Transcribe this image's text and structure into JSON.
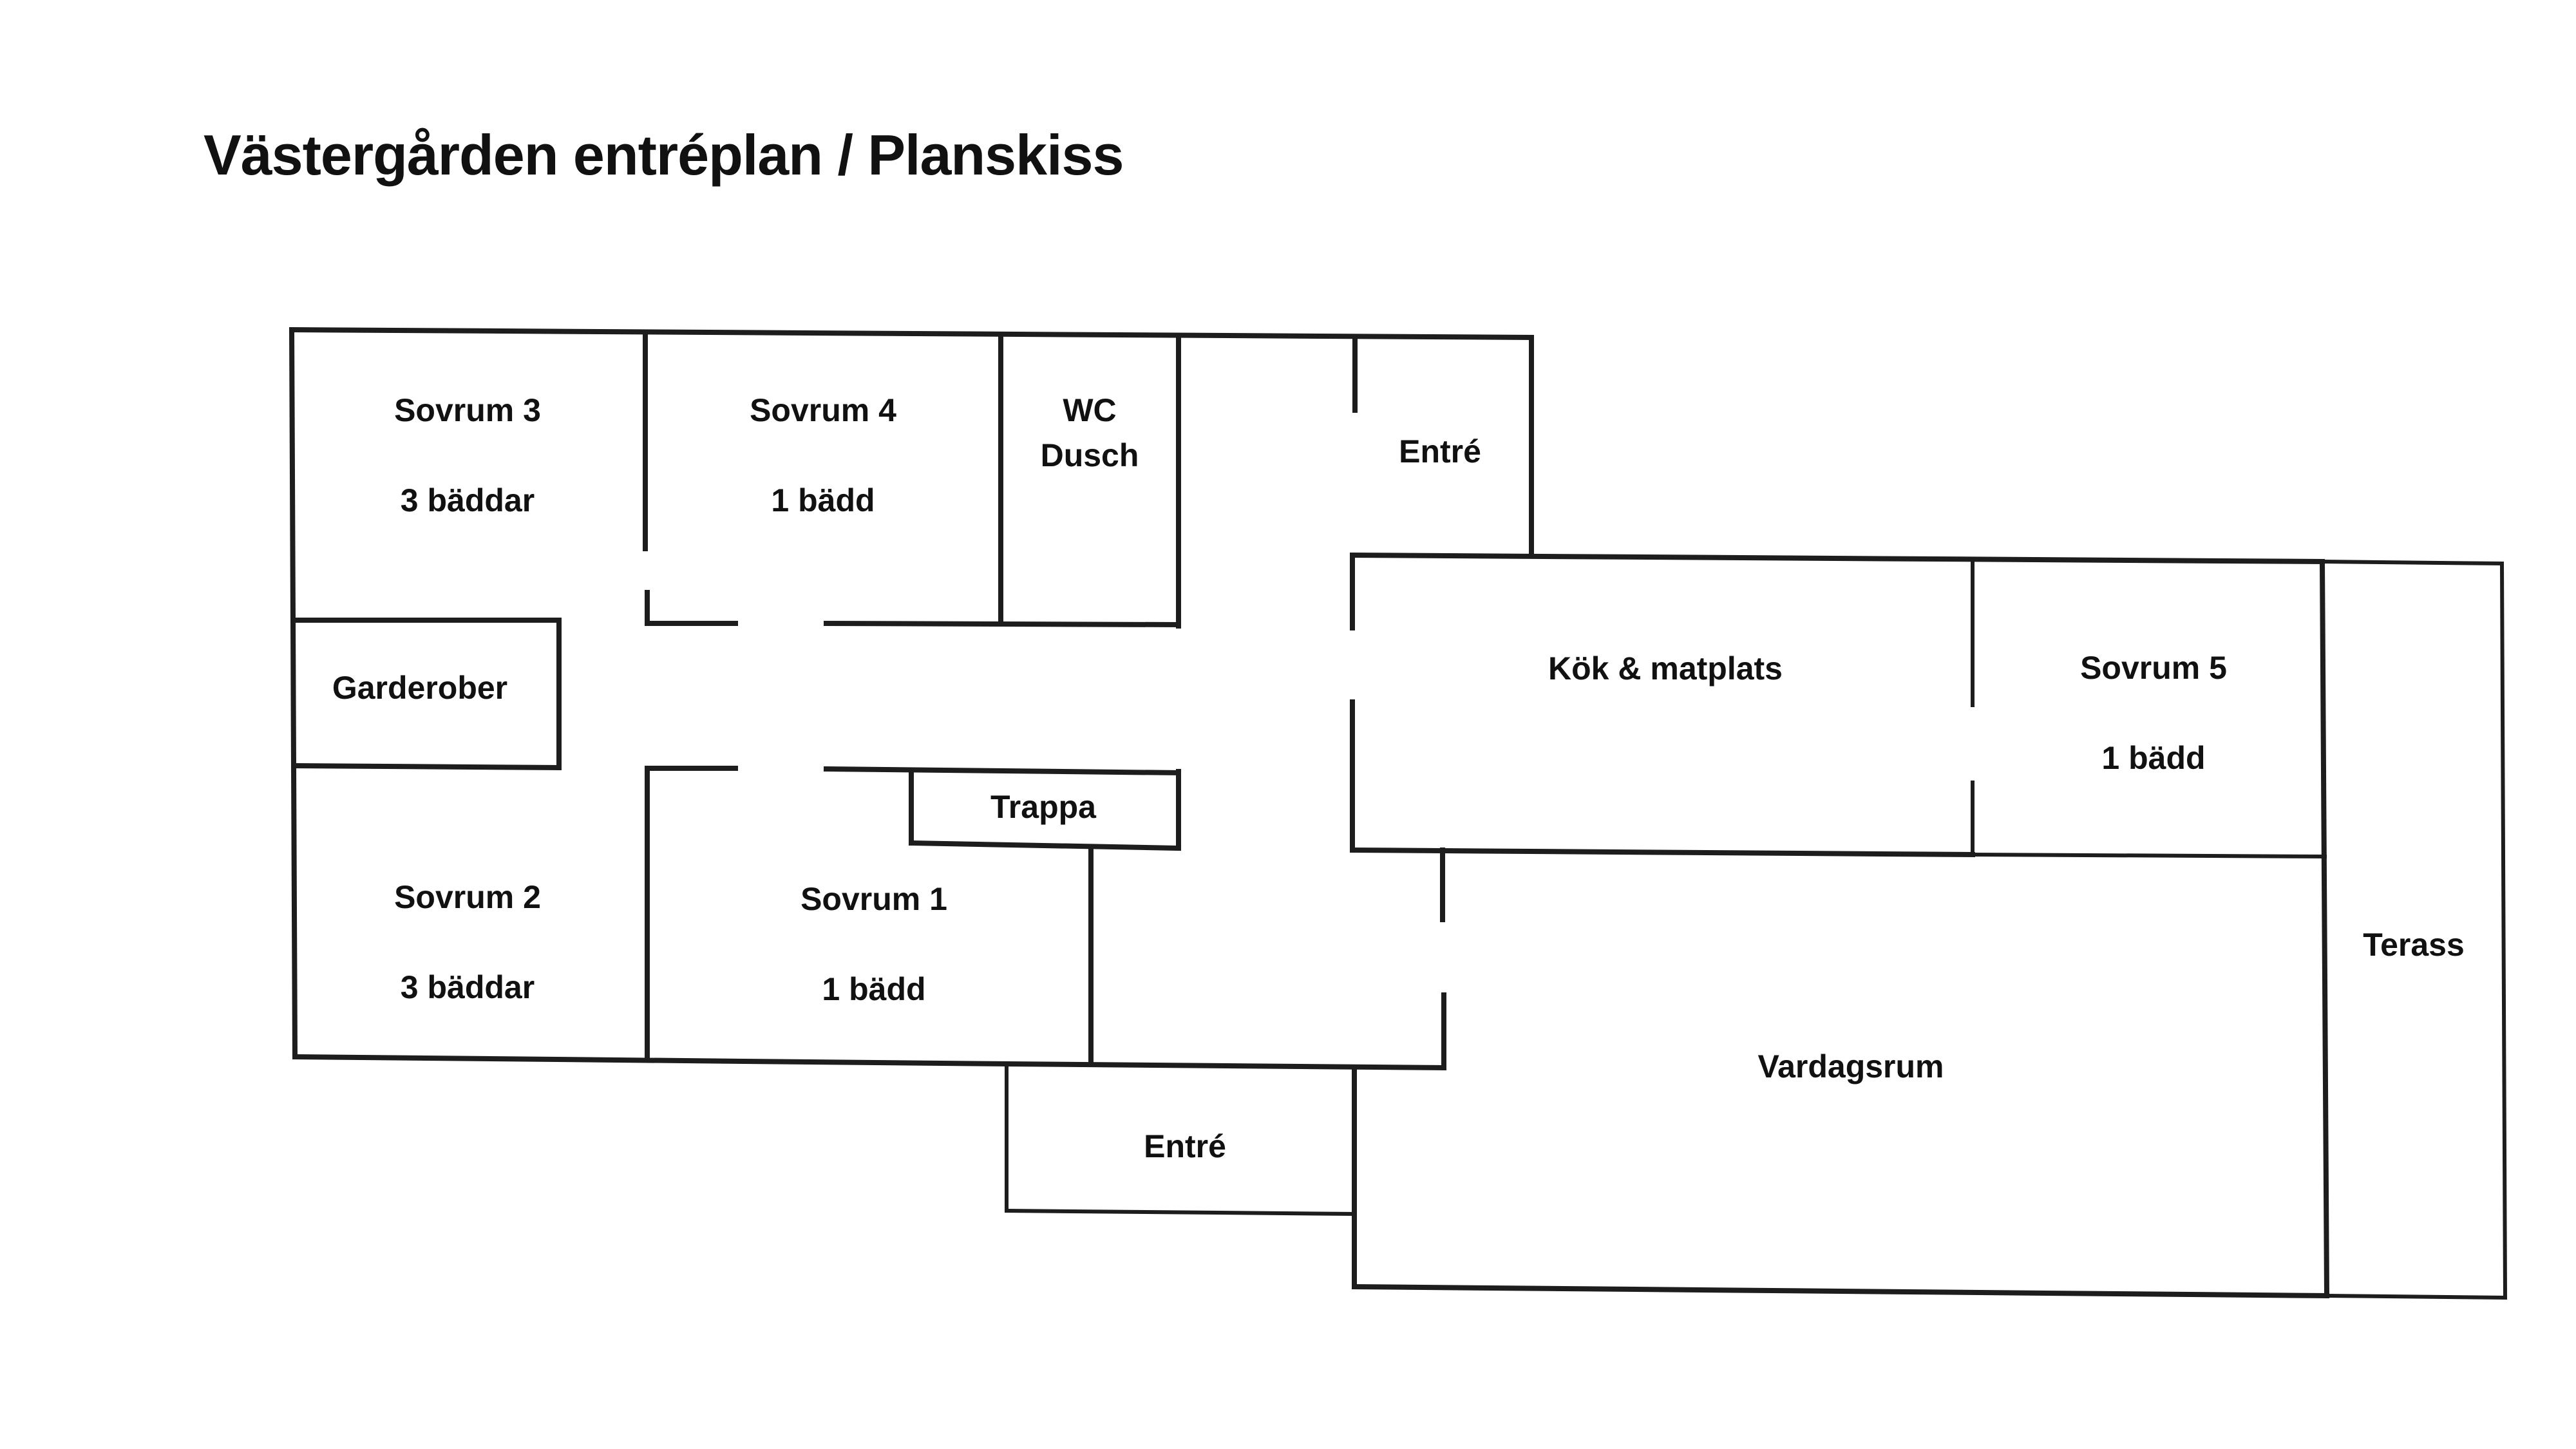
{
  "title": "Västergården entréplan / Planskiss",
  "rooms": {
    "sovrum3": {
      "name": "Sovrum 3",
      "beds": "3 bäddar"
    },
    "sovrum4": {
      "name": "Sovrum 4",
      "beds": "1 bädd"
    },
    "wc": {
      "line1": "WC",
      "line2": "Dusch"
    },
    "entre_top": {
      "name": "Entré"
    },
    "garderober": {
      "name": "Garderober"
    },
    "trappa": {
      "name": "Trappa"
    },
    "sovrum2": {
      "name": "Sovrum 2",
      "beds": "3 bäddar"
    },
    "sovrum1": {
      "name": "Sovrum 1",
      "beds": "1 bädd"
    },
    "entre_bottom": {
      "name": "Entré"
    },
    "kok": {
      "name": "Kök & matplats"
    },
    "sovrum5": {
      "name": "Sovrum 5",
      "beds": "1 bädd"
    },
    "vardagsrum": {
      "name": "Vardagsrum"
    },
    "terass": {
      "name": "Terass"
    }
  }
}
